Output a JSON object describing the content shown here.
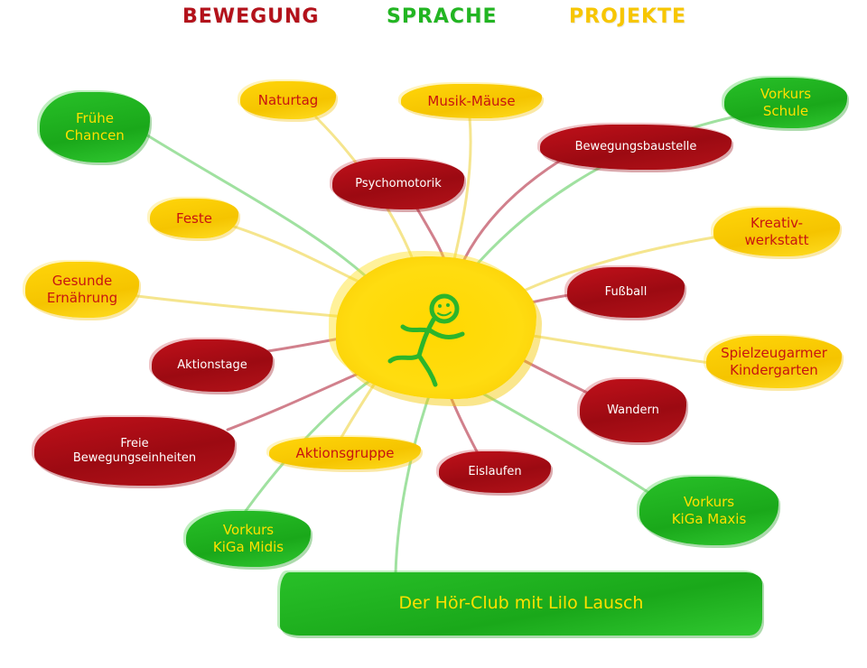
{
  "legend": {
    "bewegung": "BEWEGUNG",
    "sprache": "SPRACHE",
    "projekte": "PROJEKTE"
  },
  "colors": {
    "bewegung": "#b3121b",
    "sprache": "#22b522",
    "projekte": "#f7c600",
    "line_red": "#c96a78",
    "line_yellow": "#f3e07a",
    "line_green": "#8fdc8f",
    "runner": "#2bb52b"
  },
  "center_icon": "running-stick-figure-icon",
  "nodes": [
    {
      "id": "fruehe-chancen",
      "category": "sprache",
      "label": "Frühe\nChancen"
    },
    {
      "id": "naturtag",
      "category": "projekte",
      "label": "Naturtag"
    },
    {
      "id": "musik-maeuse",
      "category": "projekte",
      "label": "Musik-Mäuse"
    },
    {
      "id": "vorkurs-schule",
      "category": "sprache",
      "label": "Vorkurs\nSchule"
    },
    {
      "id": "bewegungsbaustelle",
      "category": "bewegung",
      "label": "Bewegungsbaustelle"
    },
    {
      "id": "psychomotorik",
      "category": "bewegung",
      "label": "Psychomotorik"
    },
    {
      "id": "feste",
      "category": "projekte",
      "label": "Feste"
    },
    {
      "id": "kreativwerkstatt",
      "category": "projekte",
      "label": "Kreativ-\nwerkstatt"
    },
    {
      "id": "gesunde-ernaehrung",
      "category": "projekte",
      "label": "Gesunde\nErnährung"
    },
    {
      "id": "fussball",
      "category": "bewegung",
      "label": "Fußball"
    },
    {
      "id": "spielzeugarmer-kindergarten",
      "category": "projekte",
      "label": "Spielzeugarmer\nKindergarten"
    },
    {
      "id": "aktionstage",
      "category": "bewegung",
      "label": "Aktionstage"
    },
    {
      "id": "wandern",
      "category": "bewegung",
      "label": "Wandern"
    },
    {
      "id": "freie-bewegungseinheiten",
      "category": "bewegung",
      "label": "Freie\nBewegungseinheiten"
    },
    {
      "id": "aktionsgruppe",
      "category": "projekte",
      "label": "Aktionsgruppe"
    },
    {
      "id": "eislaufen",
      "category": "bewegung",
      "label": "Eislaufen"
    },
    {
      "id": "vorkurs-kiga-maxis",
      "category": "sprache",
      "label": "Vorkurs\nKiGa Maxis"
    },
    {
      "id": "vorkurs-kiga-midis",
      "category": "sprache",
      "label": "Vorkurs\nKiGa Midis"
    },
    {
      "id": "hoer-club",
      "category": "sprache",
      "label": "Der Hör-Club mit Lilo Lausch"
    }
  ]
}
